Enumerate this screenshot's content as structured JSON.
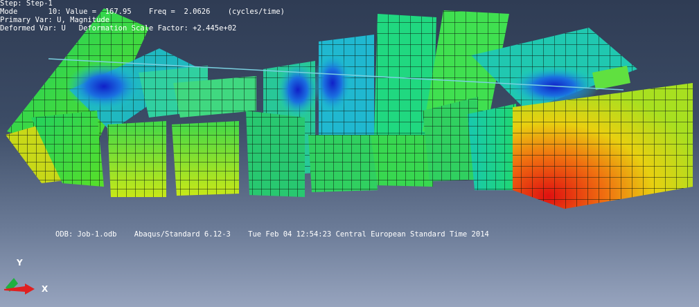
{
  "viewport": {
    "odb_info": "ODB: Job-1.odb    Abaqus/Standard 6.12-3    Tue Feb 04 12:54:23 Central European Standard Time 2014",
    "step_lines": [
      "Step: Step-1",
      "Mode       10: Value =  167.95    Freq =  2.0626    (cycles/time)",
      "Primary Var: U, Magnitude",
      "Deformed Var: U   Deformation Scale Factor: +2.445e+02"
    ]
  },
  "triad": {
    "x_label": "X",
    "y_label": "Y",
    "x_color": "#e02020",
    "y_color": "#20b040"
  },
  "colors": {
    "background_top": "#2f3c54",
    "background_bottom": "#97a4be",
    "mesh_line": "#0b1a10"
  }
}
